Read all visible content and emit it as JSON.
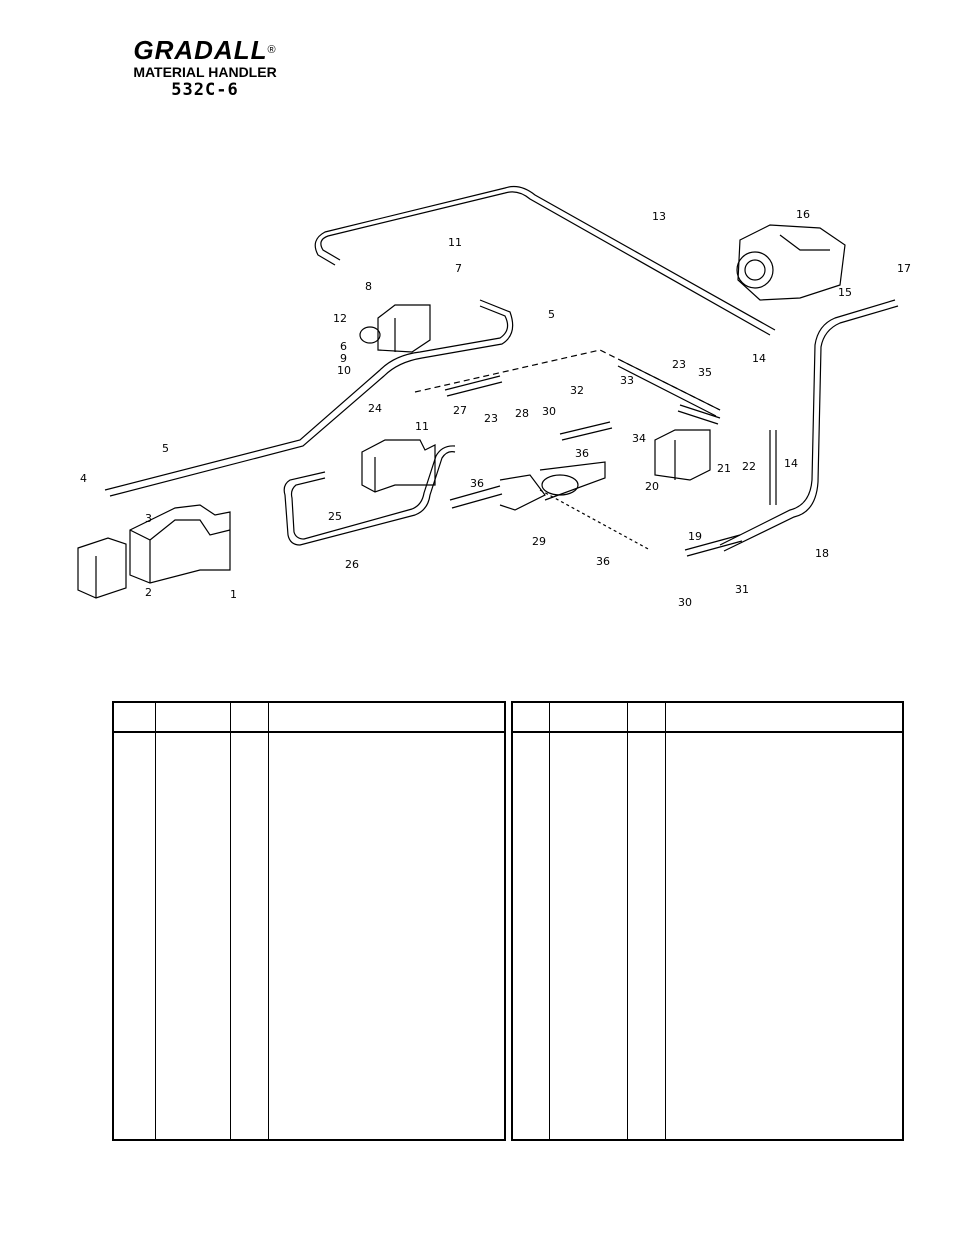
{
  "header": {
    "brand": "GRADALL",
    "registered_mark": "®",
    "subtitle": "MATERIAL HANDLER",
    "model": "532C-6"
  },
  "callouts": [
    "1",
    "2",
    "3",
    "4",
    "5",
    "6",
    "7",
    "8",
    "9",
    "10",
    "11",
    "12",
    "13",
    "14",
    "15",
    "16",
    "17",
    "18",
    "19",
    "20",
    "21",
    "22",
    "23",
    "24",
    "25",
    "26",
    "27",
    "28",
    "29",
    "30",
    "31",
    "32",
    "33",
    "34",
    "35",
    "36"
  ],
  "parts_table": {
    "left": {
      "headers": [
        "",
        "",
        "",
        ""
      ],
      "rows": []
    },
    "right": {
      "headers": [
        "",
        "",
        "",
        ""
      ],
      "rows": []
    }
  }
}
